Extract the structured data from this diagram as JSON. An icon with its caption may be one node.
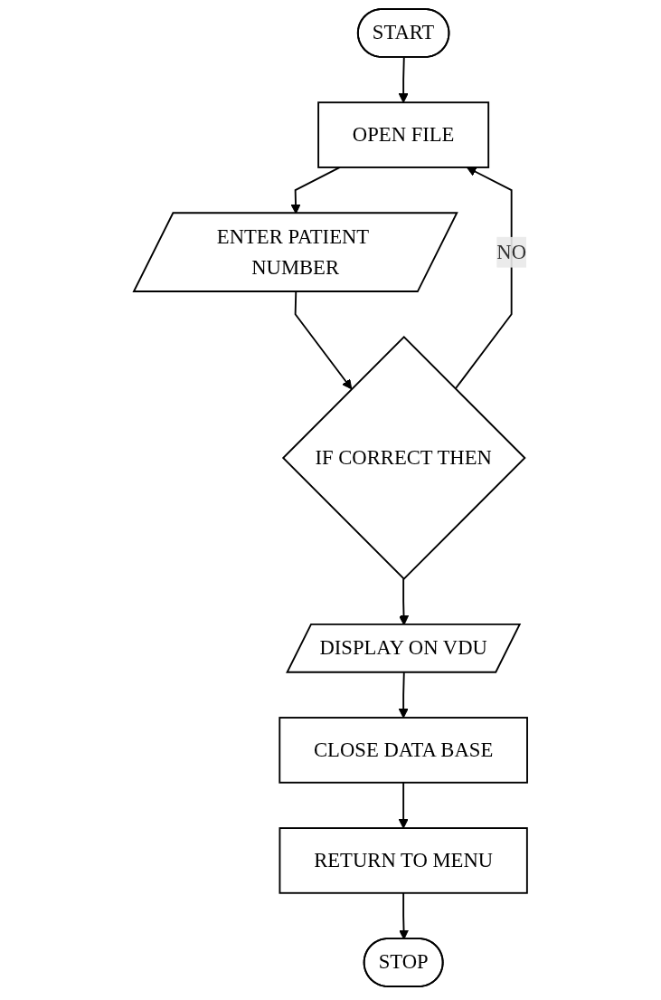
{
  "diagram": {
    "nodes": [
      {
        "text": [
          "START"
        ]
      },
      {
        "text": [
          "OPEN FILE"
        ]
      },
      {
        "text": [
          "ENTER PATIENT NUMBER"
        ]
      },
      {
        "text": [
          "IF CORRECT THEN"
        ]
      },
      {
        "text": [
          "DISPLAY ON VDU"
        ]
      },
      {
        "text": [
          "CLOSE DATA BASE"
        ]
      },
      {
        "text": [
          "RETURN TO MENU"
        ]
      },
      {
        "text": [
          "STOP"
        ]
      }
    ],
    "edges": [
      {
        "from": 0,
        "to": 1,
        "arrow": "to"
      },
      {
        "from": 1,
        "to": 2,
        "arrow": "to"
      },
      {
        "from": 2,
        "to": 3,
        "arrow": "to"
      },
      {
        "from": 3,
        "to": 1,
        "arrow": "to",
        "label": "NO"
      },
      {
        "from": 3,
        "to": 4,
        "arrow": "to"
      },
      {
        "from": 4,
        "to": 5,
        "arrow": "to"
      },
      {
        "from": 5,
        "to": 6,
        "arrow": "to"
      },
      {
        "from": 6,
        "to": 7,
        "arrow": "to"
      }
    ]
  }
}
